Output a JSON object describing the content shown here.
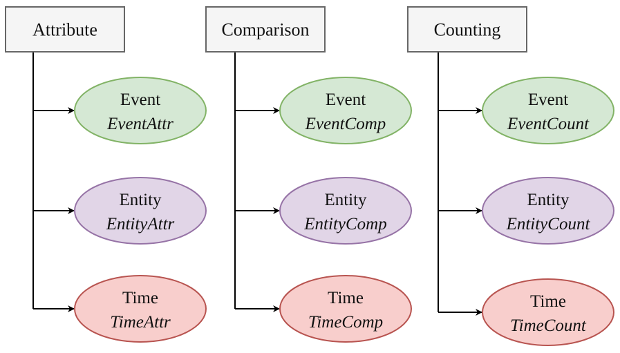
{
  "colors": {
    "category_fill": "#f5f5f5",
    "category_stroke": "#666666",
    "connector": "#000000",
    "event_fill": "#d5e8d4",
    "event_stroke": "#82b366",
    "entity_fill": "#e1d5e7",
    "entity_stroke": "#9673a6",
    "time_fill": "#f8cecc",
    "time_stroke": "#b85450"
  },
  "columns": [
    {
      "category": "Attribute",
      "items": [
        {
          "type": "event",
          "title": "Event",
          "subtitle": "EventAttr"
        },
        {
          "type": "entity",
          "title": "Entity",
          "subtitle": "EntityAttr"
        },
        {
          "type": "time",
          "title": "Time",
          "subtitle": "TimeAttr"
        }
      ]
    },
    {
      "category": "Comparison",
      "items": [
        {
          "type": "event",
          "title": "Event",
          "subtitle": "EventComp"
        },
        {
          "type": "entity",
          "title": "Entity",
          "subtitle": "EntityComp"
        },
        {
          "type": "time",
          "title": "Time",
          "subtitle": "TimeComp"
        }
      ]
    },
    {
      "category": "Counting",
      "items": [
        {
          "type": "event",
          "title": "Event",
          "subtitle": "EventCount"
        },
        {
          "type": "entity",
          "title": "Entity",
          "subtitle": "EntityCount"
        },
        {
          "type": "time",
          "title": "Time",
          "subtitle": "TimeCount"
        }
      ]
    }
  ]
}
